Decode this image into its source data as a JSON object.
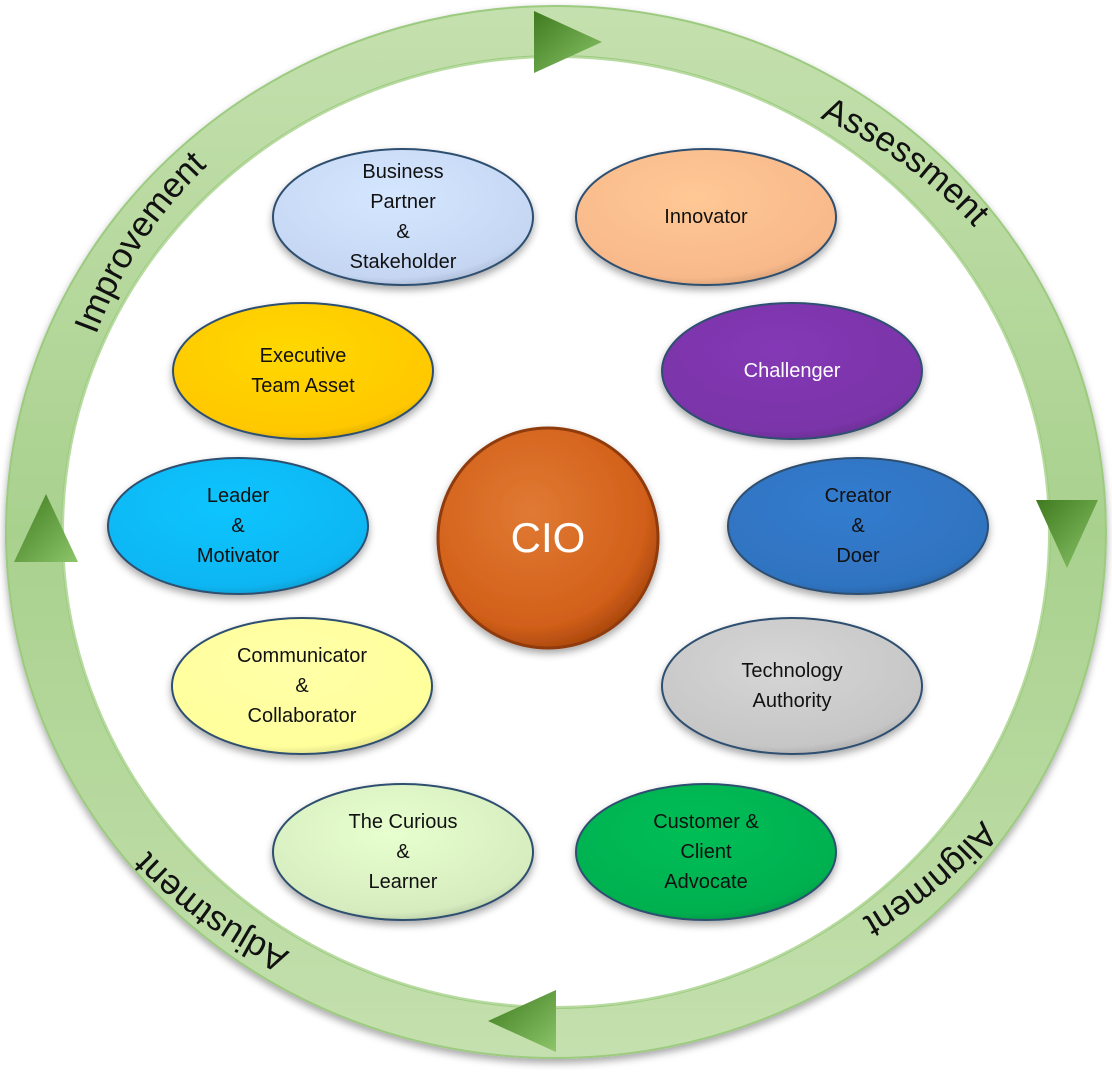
{
  "diagram": {
    "center": {
      "label": "CIO",
      "color": "#d2601a"
    },
    "cycle": {
      "ring_color": "#a9d18e",
      "arrow_color": "#4e8a2a",
      "stages": [
        "Assessment",
        "Alignment",
        "Adjustment",
        "Improvement"
      ]
    },
    "roles": [
      {
        "id": "business-partner",
        "lines": [
          "Business",
          "Partner",
          "&",
          "Stakeholder"
        ],
        "color": "#c5d6f3",
        "text_color": "#111111"
      },
      {
        "id": "innovator",
        "lines": [
          "Innovator"
        ],
        "color": "#f8b98a",
        "text_color": "#111111"
      },
      {
        "id": "executive-team-asset",
        "lines": [
          "Executive",
          "Team Asset"
        ],
        "color": "#ffc800",
        "text_color": "#111111"
      },
      {
        "id": "challenger",
        "lines": [
          "Challenger"
        ],
        "color": "#7a34a8",
        "text_color": "#ffffff"
      },
      {
        "id": "leader-motivator",
        "lines": [
          "Leader",
          "&",
          "Motivator"
        ],
        "color": "#0cb6f2",
        "text_color": "#111111"
      },
      {
        "id": "creator-doer",
        "lines": [
          "Creator",
          "&",
          "Doer"
        ],
        "color": "#2f73c0",
        "text_color": "#111111"
      },
      {
        "id": "communicator-collaborator",
        "lines": [
          "Communicator",
          "&",
          "Collaborator"
        ],
        "color": "#ffff9c",
        "text_color": "#111111"
      },
      {
        "id": "technology-authority",
        "lines": [
          "Technology",
          "Authority"
        ],
        "color": "#c6c6c6",
        "text_color": "#111111"
      },
      {
        "id": "curious-learner",
        "lines": [
          "The Curious",
          "&",
          "Learner"
        ],
        "color": "#d6ecbf",
        "text_color": "#111111"
      },
      {
        "id": "customer-advocate",
        "lines": [
          "Customer &",
          "Client",
          "Advocate"
        ],
        "color": "#00b050",
        "text_color": "#111111"
      }
    ]
  }
}
